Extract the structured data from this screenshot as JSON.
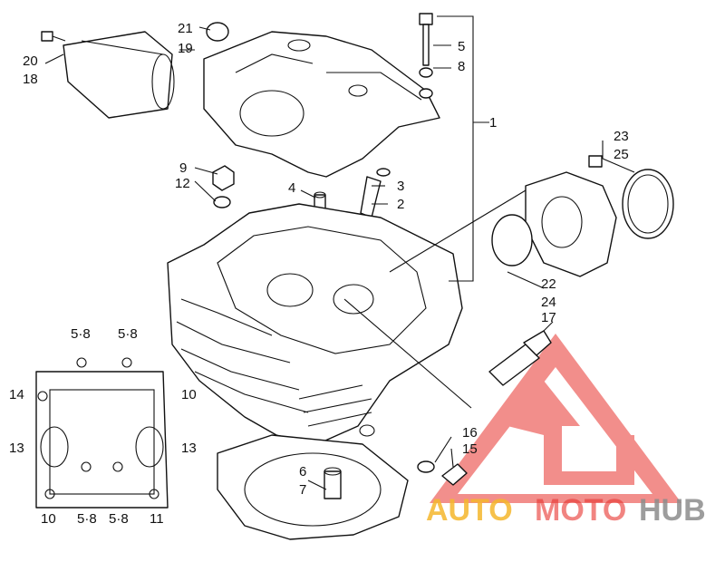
{
  "callouts": {
    "c1": "1",
    "c2": "2",
    "c3": "3",
    "c4": "4",
    "c5": "5",
    "c6": "6",
    "c7": "7",
    "c8": "8",
    "c9": "9",
    "c10a": "10",
    "c10b": "10",
    "c11": "11",
    "c12": "12",
    "c13a": "13",
    "c13b": "13",
    "c14": "14",
    "c15": "15",
    "c16": "16",
    "c17": "17",
    "c18": "18",
    "c19": "19",
    "c20": "20",
    "c21": "21",
    "c22": "22",
    "c23": "23",
    "c24": "24",
    "c25": "25",
    "c58a": "5·8",
    "c58b": "5·8",
    "c58c": "5·8",
    "c58d": "5·8"
  },
  "watermark": {
    "auto": "AUTO",
    "moto": "MOTO",
    "hub": "HUB",
    "colors": {
      "red": "#e8332e",
      "yellow": "#f5b72c",
      "gray": "#8c8c8c"
    }
  }
}
